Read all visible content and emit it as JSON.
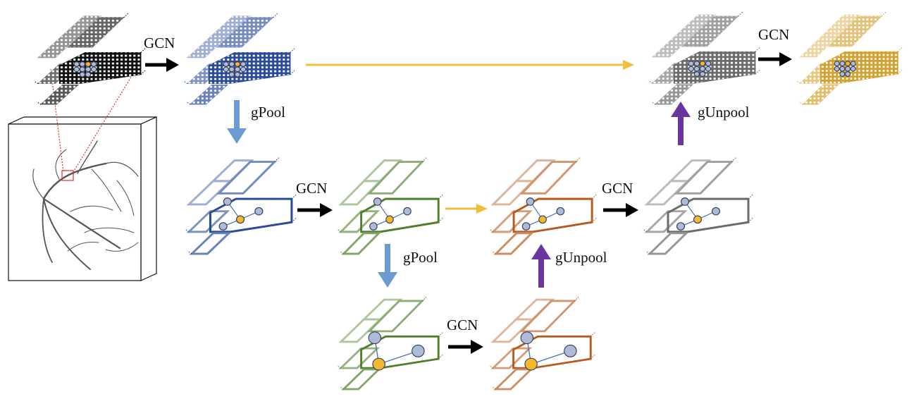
{
  "labels": {
    "gcn": "GCN",
    "gpool": "gPool",
    "gunpool": "gUnpool"
  },
  "colors": {
    "input": "#111111",
    "level1": "#2a4b9b",
    "level2": "#4f7f2a",
    "level3_up": "#b85a1f",
    "level4_up": "#6b6b6b",
    "output": "#d4a12e",
    "arrow_gcn": "#000000",
    "arrow_gpool": "#6b9bd1",
    "arrow_gunpool": "#6b35a0",
    "arrow_skip": "#f0bf3e",
    "node_fill": "#aebbd8",
    "node_selected": "#f3b830",
    "zoom_line": "#e0302c"
  },
  "stages": [
    {
      "name": "input-graph",
      "color_key": "input",
      "style": "grid"
    },
    {
      "name": "level1-graph",
      "color_key": "level1",
      "style": "grid"
    },
    {
      "name": "level1-pooled-graph",
      "color_key": "level1",
      "style": "coarse"
    },
    {
      "name": "level2-graph",
      "color_key": "level2",
      "style": "coarse"
    },
    {
      "name": "level2-pooled-graph",
      "color_key": "level2",
      "style": "coarsest"
    },
    {
      "name": "level3-graph",
      "color_key": "level3_up",
      "style": "coarsest"
    },
    {
      "name": "level3-unpooled-graph",
      "color_key": "level3_up",
      "style": "coarse"
    },
    {
      "name": "level4-graph",
      "color_key": "level4_up",
      "style": "coarse"
    },
    {
      "name": "level4-unpooled-graph",
      "color_key": "level4_up",
      "style": "grid"
    },
    {
      "name": "output-graph",
      "color_key": "output",
      "style": "grid"
    }
  ]
}
